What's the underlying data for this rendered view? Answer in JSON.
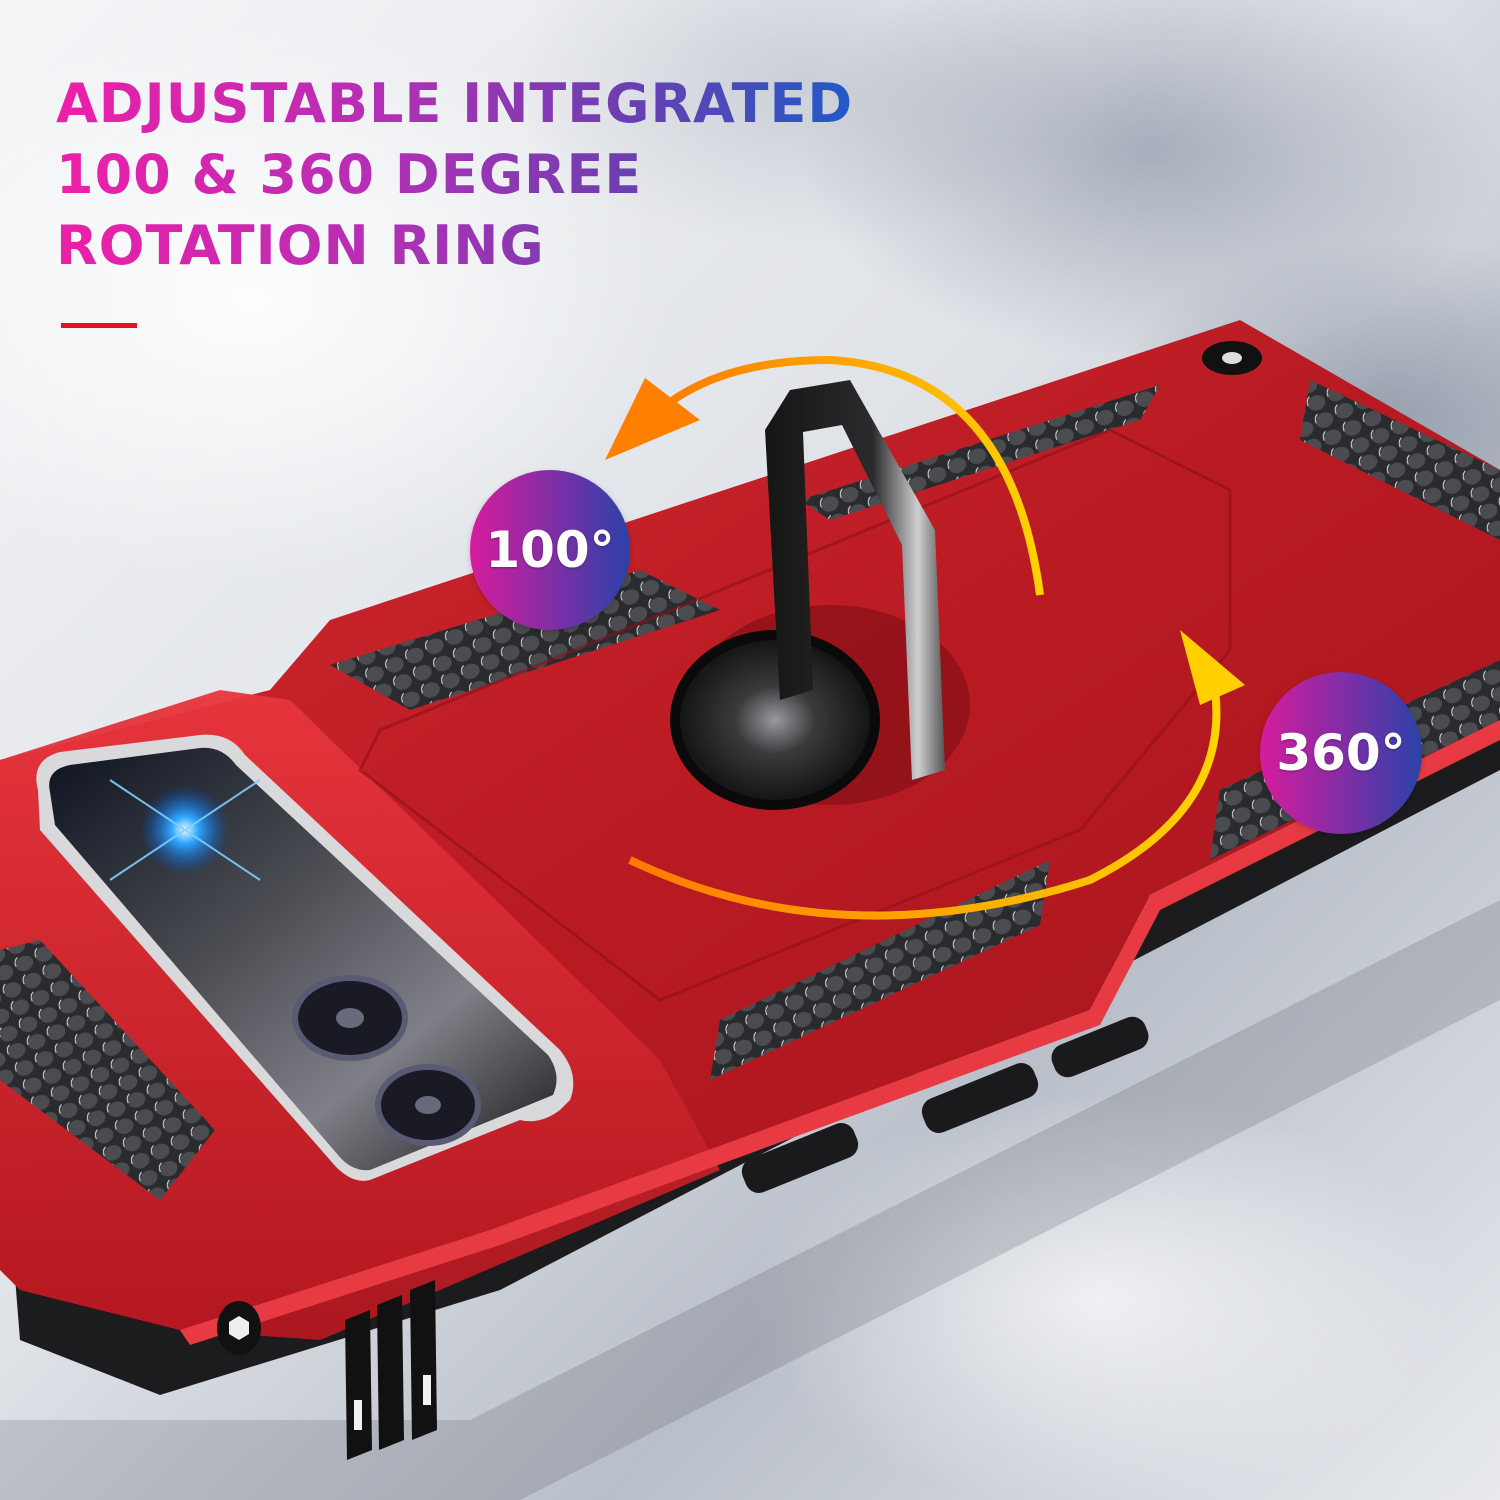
{
  "headline": {
    "lines": [
      "ADJUSTABLE INTEGRATED",
      "100 & 360 DEGREE",
      "ROTATION RING"
    ],
    "gradient_colors": [
      "#ee1fa8",
      "#b52fb6",
      "#6a3fb0",
      "#1f5ac8"
    ]
  },
  "accent_bar_color": "#e0151f",
  "badges": {
    "left": {
      "label": "100°"
    },
    "right": {
      "label": "360°"
    }
  },
  "product": {
    "case_color": "#c8202a",
    "ring_color": "#1b1b1d",
    "arrow_colors": [
      "#ff8a00",
      "#ffc400"
    ]
  }
}
